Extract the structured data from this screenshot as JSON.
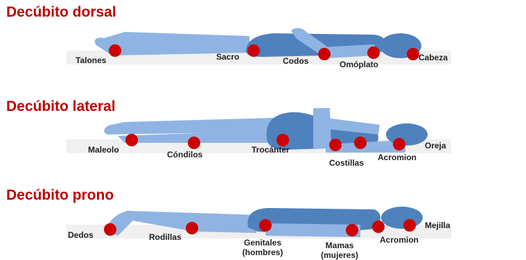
{
  "colors": {
    "title": "#c00000",
    "body_light": "#8fb4e3",
    "body_dark": "#4f81bd",
    "surface": "#f0f0f0",
    "pressure_point": "#cc0000"
  },
  "sections": [
    {
      "title": "Decúbito dorsal",
      "points": [
        "Talones",
        "Sacro",
        "Codos",
        "Omóplato",
        "Cabeza"
      ]
    },
    {
      "title": "Decúbito lateral",
      "points": [
        "Maleolo",
        "Cóndilos",
        "Trocánter",
        "Costillas",
        "Acromion",
        "Oreja"
      ]
    },
    {
      "title": "Decúbito prono",
      "points": [
        "Dedos",
        "Rodillas",
        "Genitales (hombres)",
        "Mamas (mujeres)",
        "Acromion",
        "Mejilla"
      ]
    }
  ],
  "icons": {
    "figure": "human-silhouette",
    "marker": "red-dot"
  }
}
